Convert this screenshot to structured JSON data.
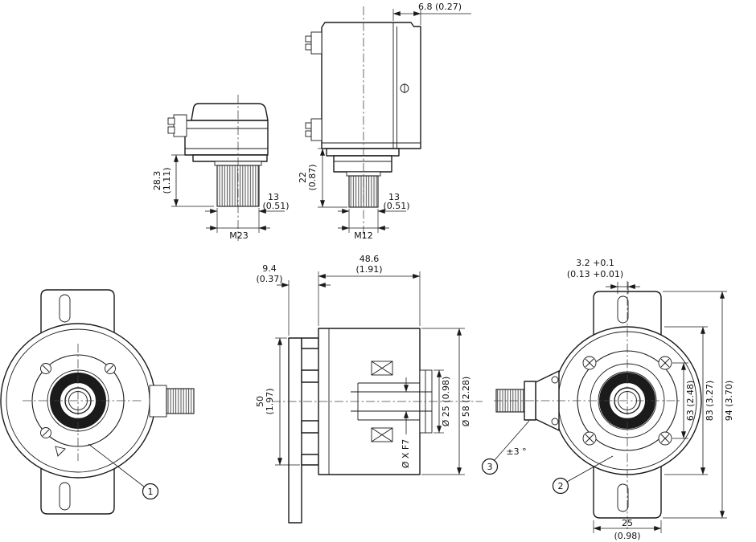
{
  "views": {
    "side_m23": {
      "dim_height_mm": "28.3",
      "dim_height_in": "(1.11)",
      "dim_width_mm": "13",
      "dim_width_in": "(0.51)",
      "thread_label": "M23"
    },
    "side_m12": {
      "dim_offset": "6.8 (0.27)",
      "dim_height_mm": "22",
      "dim_height_in": "(0.87)",
      "dim_width_mm": "13",
      "dim_width_in": "(0.51)",
      "thread_label": "M12"
    },
    "front": {
      "callout_1": "1"
    },
    "section": {
      "dim_bracket_mm": "9.4",
      "dim_bracket_in": "(0.37)",
      "dim_depth_mm": "48.6",
      "dim_depth_in": "(1.91)",
      "dim_plate_mm": "50",
      "dim_plate_in": "(1.97)",
      "dim_collar": "Ø 25 (0.98)",
      "dim_body": "Ø 58 (2.28)",
      "dim_bore": "Ø X F7"
    },
    "rear": {
      "dim_slot_mm": "3.2 +0.1",
      "dim_slot_in": "(0.13 +0.01)",
      "dim_bolt_circle": "63 (2.48)",
      "dim_flange": "83 (3.27)",
      "dim_overall": "94 (3.70)",
      "dim_wing_mm": "25",
      "dim_wing_in": "(0.98)",
      "angle_tolerance": "±3 °",
      "callout_2": "2",
      "callout_3": "3"
    }
  }
}
